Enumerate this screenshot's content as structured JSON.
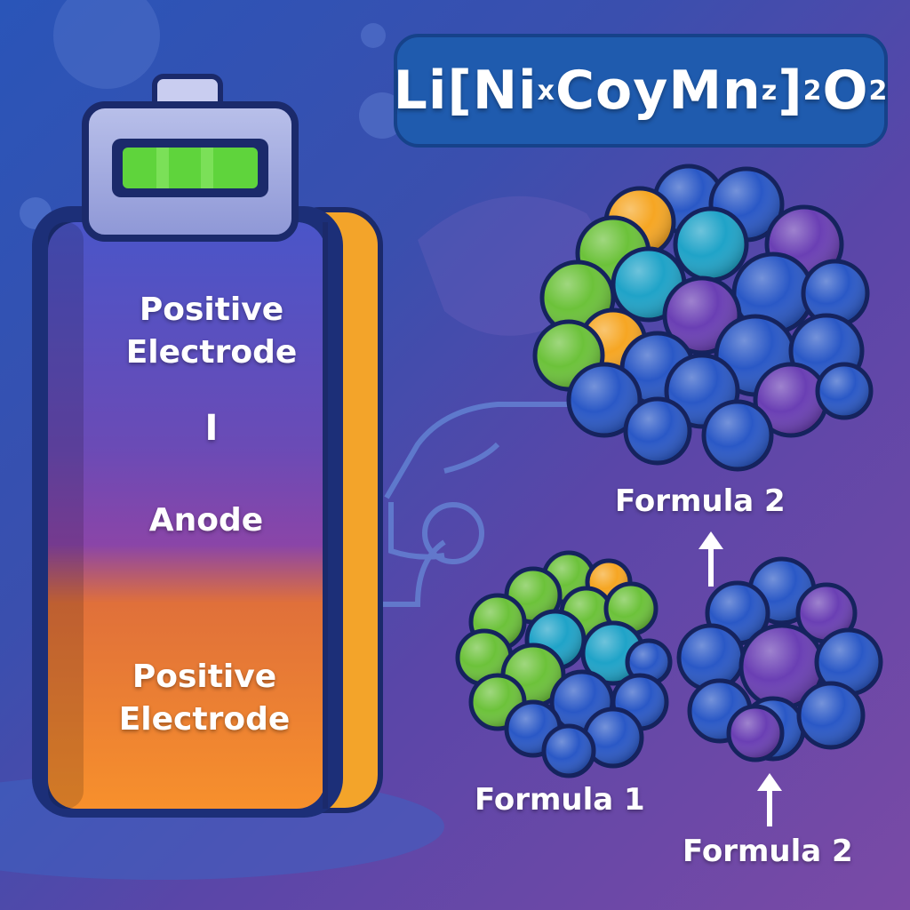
{
  "formula": {
    "text": "Li[NixCoyMnz]2O2",
    "parts": [
      "Li[N",
      "i",
      "x",
      "CoyMn",
      "z",
      "]",
      "2",
      "O",
      "2"
    ]
  },
  "battery": {
    "top_label_line1": "Positive",
    "top_label_line2": "Electrode",
    "separator": "I",
    "middle_label": "Anode",
    "bottom_label_line1": "Positive",
    "bottom_label_line2": "Electrode",
    "charge_indicator_color": "#5fd43c"
  },
  "clusters": {
    "top_right_label": "Formula 2",
    "bottom_left_label": "Formula 1",
    "bottom_right_label": "Formula 2"
  },
  "colors": {
    "nickel_green": "#6cc23a",
    "cobalt_teal": "#1fa3c8",
    "manganese_blue": "#2a58c6",
    "violet": "#6a3fb4",
    "orange_accent": "#f6a623"
  }
}
